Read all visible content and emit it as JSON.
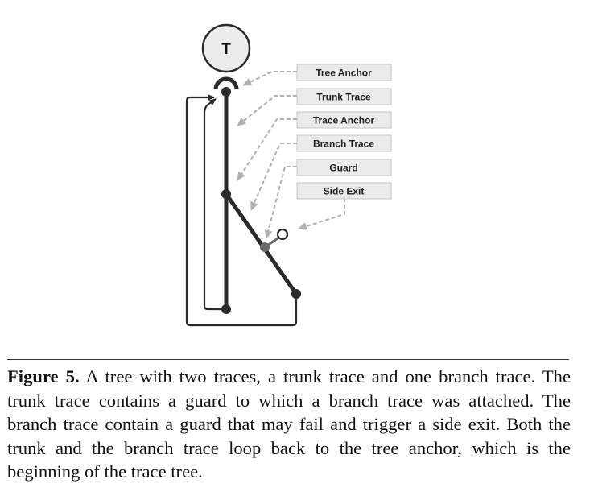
{
  "diagram": {
    "root_label": "T",
    "callout_labels": [
      "Tree Anchor",
      "Trunk Trace",
      "Trace Anchor",
      "Branch Trace",
      "Guard",
      "Side Exit"
    ]
  },
  "caption": {
    "label": "Figure 5.",
    "text": " A tree with two traces, a trunk trace and one branch trace. The trunk trace contains a guard to which a branch trace was attached. The branch trace contain a guard that may fail and trigger a side exit. Both the trunk and the branch trace loop back to the tree anchor, which is the beginning of the trace tree."
  },
  "colors": {
    "trace": "#2a2a2a",
    "callout_arrow": "#b0b0b0",
    "label_fill": "#ebebeb",
    "label_stroke": "#c4c4c4",
    "guard_node": "#6a6a6a"
  }
}
